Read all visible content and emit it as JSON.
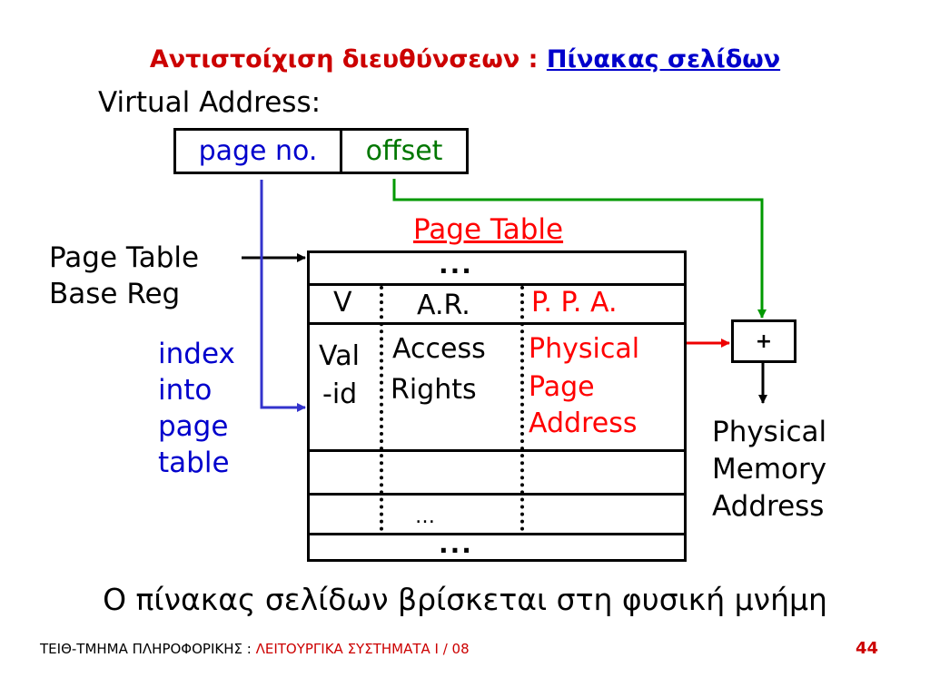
{
  "title": {
    "prefix": "Αντιστοίχιση διευθύνσεων",
    "separator": " : ",
    "link": "Πίνακας σελίδων"
  },
  "virtual_address": {
    "label": "Virtual Address:",
    "page_no": "page no.",
    "offset": "offset"
  },
  "page_table": {
    "title": "Page Table",
    "top_dots": "...",
    "header": {
      "v": "V",
      "ar": "A.R.",
      "ppa": "P. P. A."
    },
    "entry": {
      "valid_1": "Val",
      "valid_2": "-id",
      "access_1": "Access",
      "access_2": "Rights",
      "ppa_1": "Physical",
      "ppa_2": "Page",
      "ppa_3": "Address"
    },
    "ellipsis": "…",
    "bottom_dots": "..."
  },
  "base_reg": {
    "line1": "Page Table",
    "line2": "Base Reg"
  },
  "index_label": {
    "line1": "index",
    "line2": "into",
    "line3": "page",
    "line4": "table"
  },
  "adder": {
    "label": "+"
  },
  "physical_memory": {
    "line1": "Physical",
    "line2": "Memory",
    "line3": "Address"
  },
  "caption": "Ο πίνακας σελίδων βρίσκεται στη φυσική μνήμη",
  "footer": {
    "dept": "ΤΕΙΘ-ΤΜΗΜΑ ΠΛΗΡΟΦΟΡΙΚΗΣ : ",
    "course": "ΛΕΙΤΟΥΡΓΙΚΑ ΣΥΣΤΗΜΑΤΑ Ι / 08",
    "page_number": "44"
  },
  "colors": {
    "title": "#cc0000",
    "link": "#0000cc",
    "page_no": "#0000cc",
    "offset": "#007700",
    "index_arrow": "#3333cc",
    "offset_arrow": "#009900",
    "ppa_arrow": "#ee0000"
  }
}
